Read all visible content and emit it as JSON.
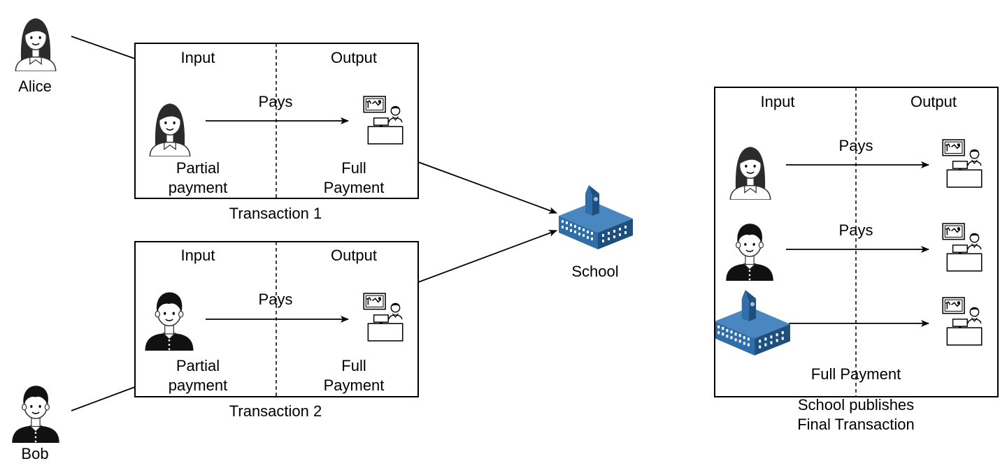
{
  "actors": {
    "alice": {
      "name": "Alice"
    },
    "bob": {
      "name": "Bob"
    },
    "school": {
      "name": "School"
    }
  },
  "transaction1": {
    "input_header": "Input",
    "output_header": "Output",
    "arrow_label": "Pays",
    "input_label_line1": "Partial",
    "input_label_line2": "payment",
    "output_label_line1": "Full",
    "output_label_line2": "Payment",
    "caption": "Transaction 1"
  },
  "transaction2": {
    "input_header": "Input",
    "output_header": "Output",
    "arrow_label": "Pays",
    "input_label_line1": "Partial",
    "input_label_line2": "payment",
    "output_label_line1": "Full",
    "output_label_line2": "Payment",
    "caption": "Transaction 2"
  },
  "final_transaction": {
    "input_header": "Input",
    "output_header": "Output",
    "row1_label": "Pays",
    "row2_label": "Pays",
    "bottom_label": "Full Payment",
    "caption_line1": "School publishes",
    "caption_line2": "Final Transaction"
  },
  "colors": {
    "school_blue": "#2f6ea6",
    "school_dark": "#1e4f7d",
    "line": "#000000"
  }
}
